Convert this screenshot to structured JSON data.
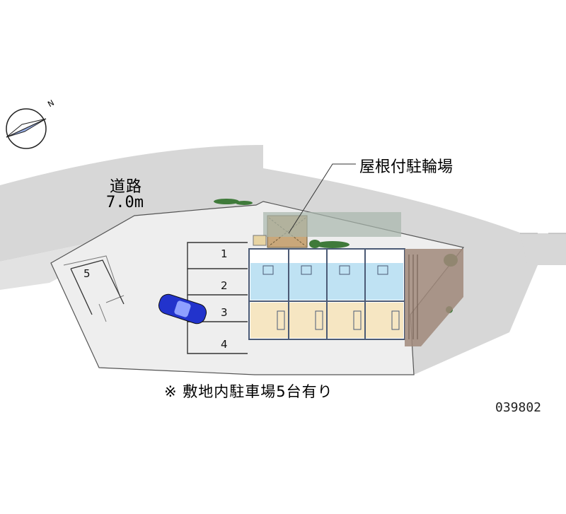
{
  "road": {
    "name": "道路",
    "width": "7.0m"
  },
  "bicycle_parking_label": "屋根付駐輪場",
  "parking_slots": [
    "1",
    "2",
    "3",
    "4",
    "5"
  ],
  "note": "※ 敷地内駐車場5台有り",
  "property_id": "039802",
  "compass": {
    "label": "N"
  },
  "colors": {
    "road": "#d7d7d7",
    "site": "#eeeeee",
    "building_kitchen": "#bfe2f3",
    "building_room": "#f6e6c2",
    "building_wall": "#4b5a75",
    "deck": "#a0887a",
    "car": "#2233cc",
    "green": "#3f7a3a"
  }
}
